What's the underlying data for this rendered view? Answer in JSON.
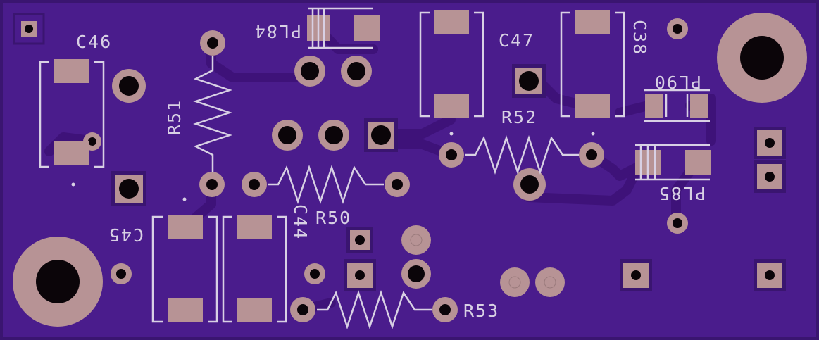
{
  "board": {
    "colors": {
      "substrate": "#4a1c8c",
      "edge": "#3a1570",
      "copper_trace": "#3e1279",
      "pad": "#b79395",
      "drill": "#0b0509",
      "silkscreen": "#d8d0e4"
    }
  },
  "labels": {
    "c46": "C46",
    "c47": "C47",
    "c38": "C38",
    "c45": "C45",
    "c44": "C44",
    "r51": "R51",
    "r52": "R52",
    "r50": "R50",
    "r53": "R53",
    "pl84": "PL84",
    "pl90": "PL90",
    "pl85": "PL85"
  }
}
